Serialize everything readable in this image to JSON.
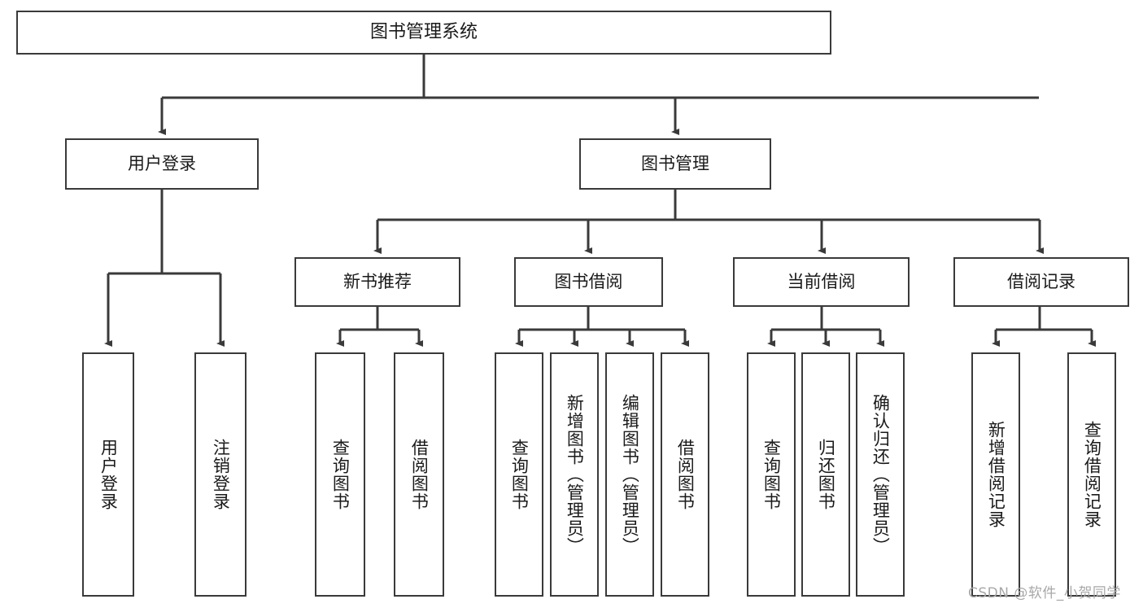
{
  "diagram": {
    "title": "图书管理系统",
    "type": "tree-hierarchy",
    "root": {
      "label": "图书管理系统"
    },
    "level2": [
      {
        "label": "用户登录"
      },
      {
        "label": "图书管理"
      }
    ],
    "level3": [
      {
        "label": "新书推荐"
      },
      {
        "label": "图书借阅"
      },
      {
        "label": "当前借阅"
      },
      {
        "label": "借阅记录"
      }
    ],
    "leaves": {
      "user_login": [
        {
          "label": "用户登录"
        },
        {
          "label": "注销登录"
        }
      ],
      "new_book_recommend": [
        {
          "label": "查询图书"
        },
        {
          "label": "借阅图书"
        }
      ],
      "book_borrow": [
        {
          "label": "查询图书"
        },
        {
          "label": "新增图书（管理员）"
        },
        {
          "label": "编辑图书（管理员）"
        },
        {
          "label": "借阅图书"
        }
      ],
      "current_borrow": [
        {
          "label": "查询图书"
        },
        {
          "label": "归还图书"
        },
        {
          "label": "确认归还（管理员）"
        }
      ],
      "borrow_record": [
        {
          "label": "新增借阅记录"
        },
        {
          "label": "查询借阅记录"
        }
      ]
    }
  },
  "watermark": {
    "text": "CSDN @软件_小贺同学"
  },
  "colors": {
    "border": "#3a3a3a",
    "background": "#ffffff",
    "text": "#1a1a1a",
    "watermark": "#a8a8a8"
  }
}
